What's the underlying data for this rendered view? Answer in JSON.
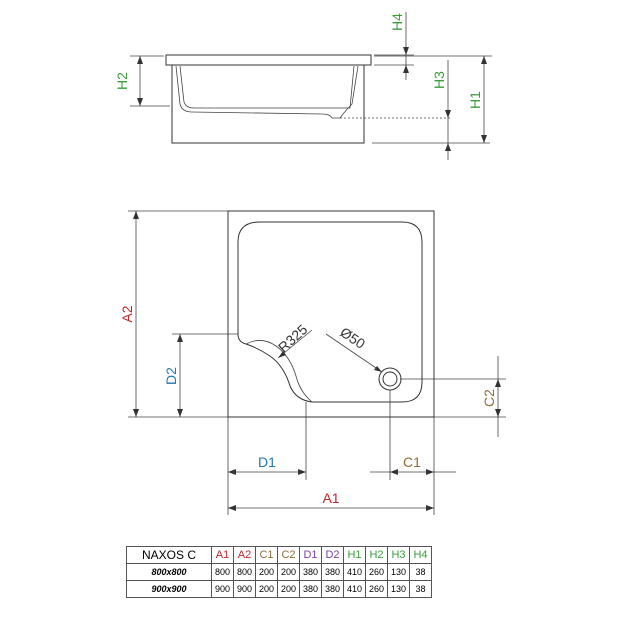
{
  "labels": {
    "H1": "H1",
    "H2": "H2",
    "H3": "H3",
    "H4": "H4",
    "A1": "A1",
    "A2": "A2",
    "C1": "C1",
    "C2": "C2",
    "D1": "D1",
    "D2": "D2",
    "radius": "R325",
    "diameter": "Ø50"
  },
  "colors": {
    "A": "#c0272d",
    "C": "#8a6d3b",
    "D1": "#1f77b4",
    "D2": "#1f77b4",
    "Dpurple": "#7b3fa0",
    "H": "#3a9d3a",
    "line": "#333333"
  },
  "table": {
    "model": "NAXOS C",
    "headers": [
      "A1",
      "A2",
      "C1",
      "C2",
      "D1",
      "D2",
      "H1",
      "H2",
      "H3",
      "H4"
    ],
    "rows": [
      {
        "size": "800x800",
        "values": [
          "800",
          "800",
          "200",
          "200",
          "380",
          "380",
          "410",
          "260",
          "130",
          "38"
        ]
      },
      {
        "size": "900x900",
        "values": [
          "900",
          "900",
          "200",
          "200",
          "380",
          "380",
          "410",
          "260",
          "130",
          "38"
        ]
      }
    ]
  }
}
